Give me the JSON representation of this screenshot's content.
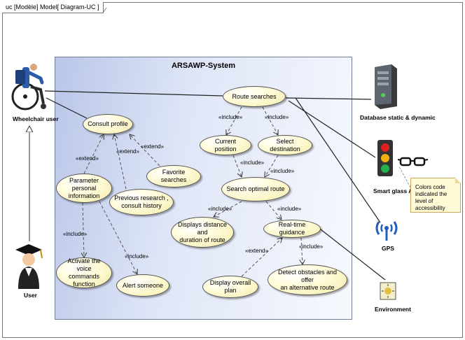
{
  "frame_title": "uc [Modèle] Model[ Diagram-UC ]",
  "system_title": "ARSAWP-System",
  "actors": {
    "wheelchair_user": "Wheelchair user",
    "user": "User",
    "database": "Database static & dynamic",
    "smart_glass": "Smart glass AR",
    "gps": "GPS",
    "environment": "Environment"
  },
  "use_cases": {
    "route_searches": "Route searches",
    "consult_profile": "Consult profile",
    "current_position": "Current position",
    "select_destination": "Select destination",
    "favorite_searches": "Favorite searches",
    "parameter_personal": "Parameter personal\ninformation",
    "previous_research": "Previous research ,\nconsult history",
    "search_optimal_route": "Search optimal route",
    "displays_distance": "Displays distance and\nduration of route",
    "realtime_guidance": "Real-time guidance",
    "activate_voice": "Activate the voice\ncommands function",
    "alert_someone": "Alert someone",
    "display_overall_plan": "Display overall plan",
    "detect_obstacles": "Detect obstacles and offer\nan alternative route"
  },
  "relations": {
    "include": "«include»",
    "extend": "«extend»"
  },
  "note": "Colors code indicated the level of accessibility",
  "colors": {
    "system_fill_start": "#b9c6e8",
    "system_fill_end": "#f7f9fe",
    "usecase_fill": "#fffbd8",
    "note_fill": "#fffbd6"
  }
}
